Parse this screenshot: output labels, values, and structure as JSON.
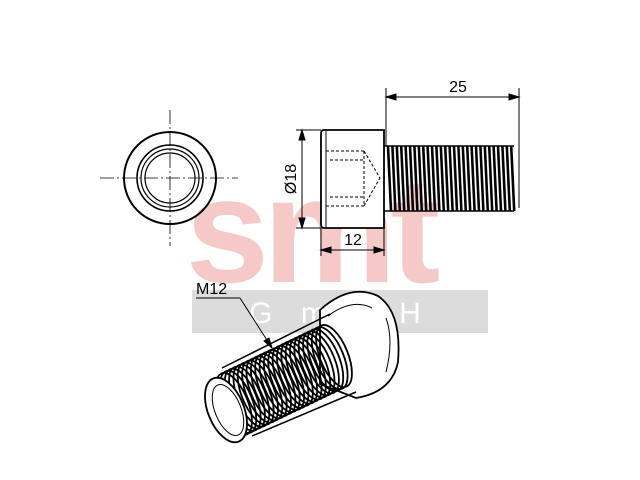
{
  "watermark": {
    "logo": "smt",
    "subtitle": "G m b H",
    "logo_color": "#f6c9c9",
    "band_color": "#dcdcdc"
  },
  "dimensions": {
    "length": "25",
    "head_height": "12",
    "head_diameter": "Ø18",
    "thread": "M12"
  },
  "colors": {
    "line": "#000000",
    "background": "#ffffff"
  }
}
